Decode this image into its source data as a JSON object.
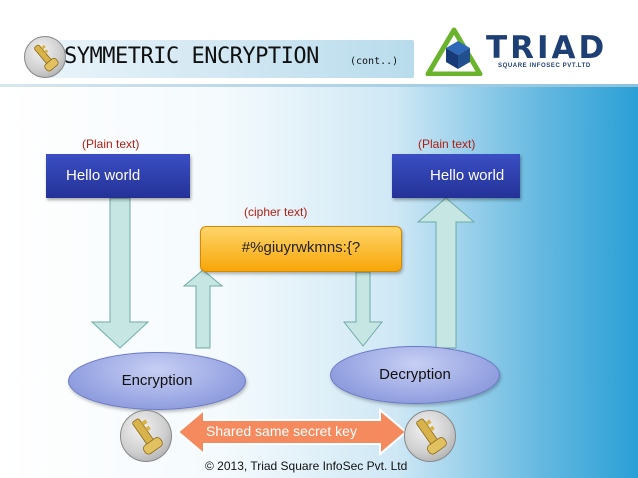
{
  "header": {
    "title": "SYMMETRIC ENCRYPTION",
    "title_suffix": "(cont..)",
    "logo_text": "TRIAD",
    "logo_subtext": "SQUARE INFOSEC PVT.LTD"
  },
  "diagram": {
    "plaintext_left_label": "(Plain text)",
    "plaintext_left_value": "Hello world",
    "plaintext_right_label": "(Plain text)",
    "plaintext_right_value": "Hello world",
    "ciphertext_label": "(cipher text)",
    "ciphertext_value": "#%giuyrwkmns:{?",
    "encryption_label": "Encryption",
    "decryption_label": "Decryption",
    "shared_key_label": "Shared same secret key"
  },
  "footer": {
    "copyright": "© 2013, Triad Square InfoSec Pvt. Ltd"
  },
  "colors": {
    "plaintext_box": "#2c3aa8",
    "ciphertext_box": "#f7a608",
    "ellipse": "#99a6e3",
    "arrow_fill": "#c6e6e4",
    "shared_arrow": "#f48a5e",
    "label_red": "#b01e12",
    "logo_blue": "#1d3f74",
    "logo_green": "#6ab42d"
  },
  "icons": [
    "key-icon",
    "triad-cube-logo-icon"
  ]
}
